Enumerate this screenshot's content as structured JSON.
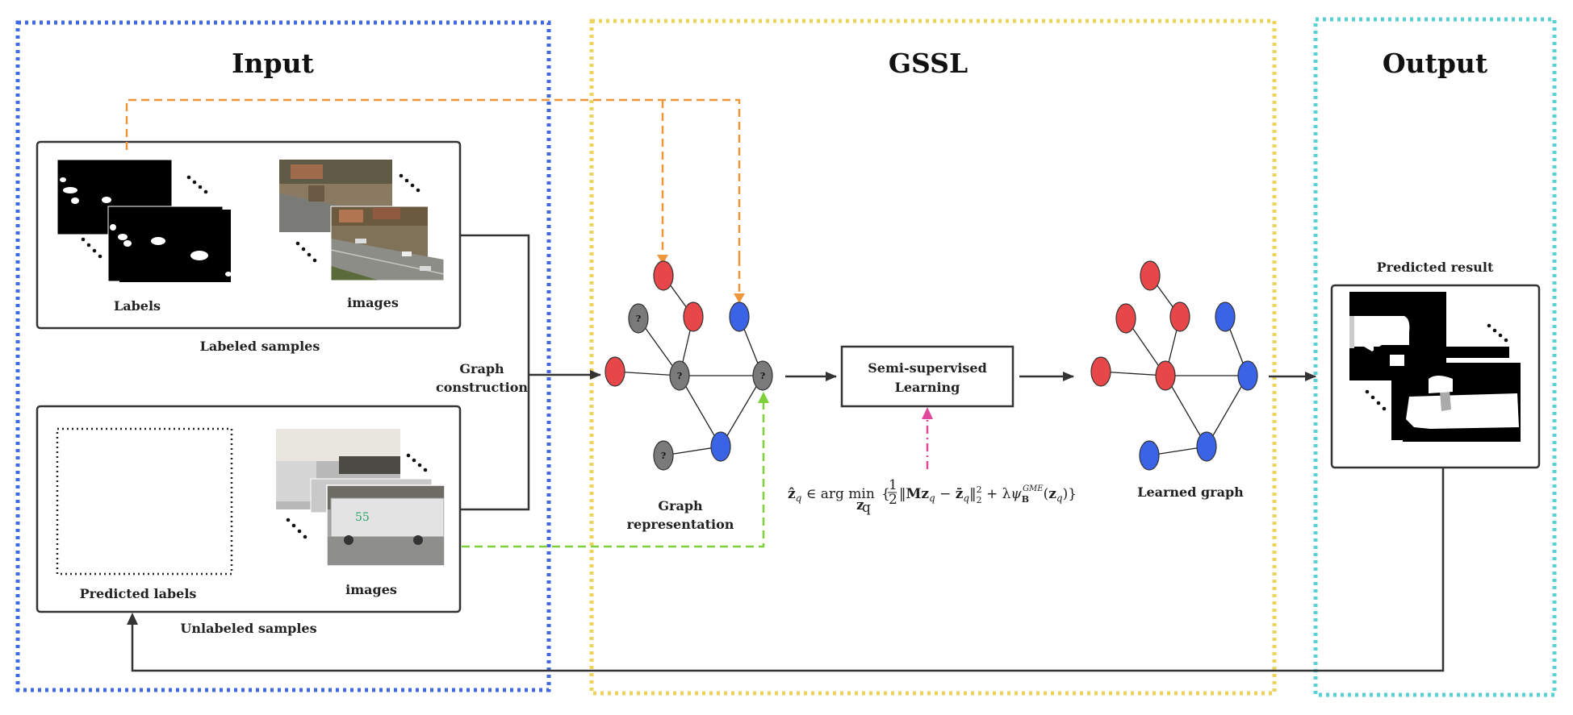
{
  "sections": {
    "input": "Input",
    "gssl": "GSSL",
    "output": "Output"
  },
  "labeled": {
    "labels_caption": "Labels",
    "images_caption": "images",
    "group_caption": "Labeled samples"
  },
  "unlabeled": {
    "pred_caption": "Predicted labels",
    "images_caption": "images",
    "group_caption": "Unlabeled samples"
  },
  "graph_construction": [
    "Graph",
    "construction"
  ],
  "graph_representation": [
    "Graph",
    "representation"
  ],
  "ssl_box": [
    "Semi-supervised",
    "Learning"
  ],
  "learned_graph": "Learned graph",
  "predicted_result": "Predicted result",
  "unknown_marker": "?",
  "formula": {
    "lhs": "ẑq ∈ arg min",
    "sub": "zq",
    "body": "{½‖Mzq − z̄q‖²₂ + λψ_B^GME(zq)}"
  },
  "colors": {
    "input_border": "#4169e1",
    "gssl_border": "#ecd35c",
    "output_border": "#5ad0d4",
    "orange_arrow": "#f0963a",
    "green_arrow": "#7fd13b",
    "pink_arrow": "#e0489a",
    "red_node": "#e8474a",
    "blue_node": "#3b63e6",
    "gray_node": "#7a7a7a"
  }
}
